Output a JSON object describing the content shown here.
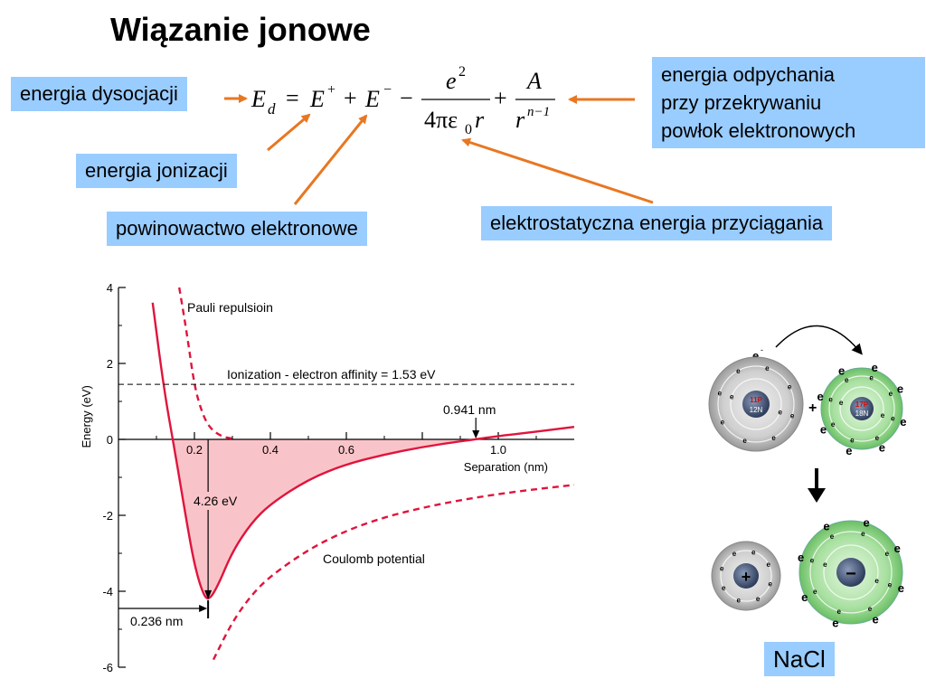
{
  "title": "Wiązanie jonowe",
  "labels": {
    "dissociation": "energia dysocjacji",
    "ionization": "energia jonizacji",
    "affinity": "powinowactwo elektronowe",
    "repulsion": [
      "energia odpychania",
      "przy przekrywaniu",
      "powłok elektronowych"
    ],
    "electrostatic": "elektrostatyczna energia przyciągania"
  },
  "equation": {
    "lhs": "E",
    "lhs_sub": "d",
    "e_plus": "E",
    "e_minus": "E",
    "frac1_num": "e",
    "frac1_den": "4πε",
    "frac1_den_sub": "0",
    "frac1_den_tail": "r",
    "frac2_num": "A",
    "frac2_den": "r",
    "frac2_exp": "n−1"
  },
  "chart_data": {
    "type": "line",
    "ylabel": "Energy (eV)",
    "xlabel": "Separation (nm)",
    "xlim": [
      0,
      1.2
    ],
    "ylim": [
      -6,
      4
    ],
    "yticks": [
      4,
      2,
      0,
      -2,
      -4,
      -6
    ],
    "xticks": [
      0.2,
      0.4,
      0.6,
      0.8,
      1.0
    ],
    "xtick_labels": [
      "0.2",
      "0.4",
      "0.6",
      "",
      "1.0"
    ],
    "series": [
      {
        "name": "",
        "style": "solid",
        "x": [
          0.09,
          0.12,
          0.15,
          0.18,
          0.2,
          0.22,
          0.236,
          0.26,
          0.3,
          0.35,
          0.4,
          0.5,
          0.6,
          0.7,
          0.8,
          0.9,
          0.941,
          1.0,
          1.1,
          1.2
        ],
        "y": [
          3.6,
          1.3,
          -0.4,
          -2.2,
          -3.3,
          -4.0,
          -4.26,
          -3.9,
          -2.95,
          -2.2,
          -1.7,
          -1.05,
          -0.65,
          -0.4,
          -0.2,
          -0.05,
          0.0,
          0.09,
          0.2,
          0.33
        ]
      },
      {
        "name": "Pauli repulsioin",
        "style": "dashed",
        "x": [
          0.16,
          0.18,
          0.2,
          0.22,
          0.24,
          0.27,
          0.3
        ],
        "y": [
          4.0,
          2.8,
          1.4,
          0.7,
          0.3,
          0.08,
          0.02
        ]
      },
      {
        "name": "Coulomb potential",
        "style": "dashed",
        "x": [
          0.25,
          0.3,
          0.35,
          0.4,
          0.5,
          0.6,
          0.7,
          0.8,
          0.9,
          1.0,
          1.1,
          1.2
        ],
        "y": [
          -5.8,
          -4.8,
          -4.1,
          -3.6,
          -2.9,
          -2.4,
          -2.05,
          -1.8,
          -1.6,
          -1.44,
          -1.31,
          -1.2
        ]
      },
      {
        "name": "Ionization - electron affinity = 1.53 eV",
        "style": "dashed",
        "x": [
          0.0,
          1.2
        ],
        "y": [
          1.45,
          1.45
        ]
      }
    ],
    "annotations": {
      "pauli": "Pauli repulsioin",
      "ionization": "Ionization - electron affinity = 1.53 eV",
      "nm941": "0.941 nm",
      "ev426": "4.26 eV",
      "nm236": "0.236 nm",
      "coulomb": "Coulomb potential"
    }
  },
  "atoms": {
    "na_core": [
      "11P",
      "12N"
    ],
    "cl_core": [
      "17P",
      "18N"
    ],
    "electron": "e",
    "electron_sup": "-",
    "plus": "+",
    "na_ion": "+",
    "cl_ion": "−",
    "product": "NaCl"
  },
  "colors": {
    "box": "#99ccff",
    "arrow": "#e87722",
    "curve": "#e0143c",
    "fill": "#f9c4c9"
  }
}
